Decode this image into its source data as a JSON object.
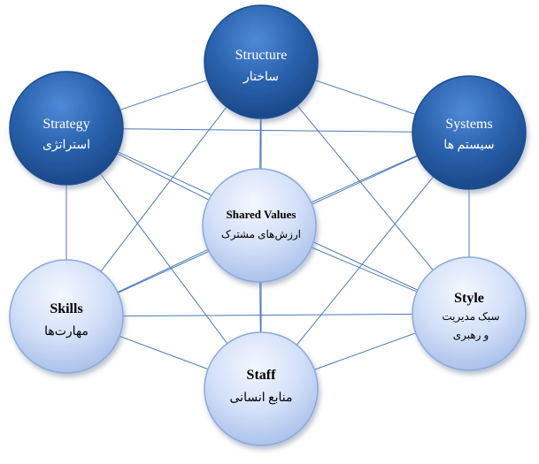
{
  "nodes": {
    "structure": {
      "title": "Structure",
      "subtitle": "ساختار"
    },
    "strategy": {
      "title": "Strategy",
      "subtitle": "استراتژی"
    },
    "systems": {
      "title": "Systems",
      "subtitle": "سیستم ها"
    },
    "shared_values": {
      "title": "Shared Values",
      "subtitle": "ارزش‌های مشترک"
    },
    "skills": {
      "title": "Skills",
      "subtitle": "مهارت‌ها"
    },
    "style": {
      "title": "Style",
      "subtitle_line1": "سبک مدیریت",
      "subtitle_line2": "و رهبری"
    },
    "staff": {
      "title": "Staff",
      "subtitle": "منابع انسانی"
    }
  },
  "colors": {
    "hard_node": "#2a62ad",
    "soft_node": "#c8d6f3",
    "connector": "#4a79b8"
  }
}
